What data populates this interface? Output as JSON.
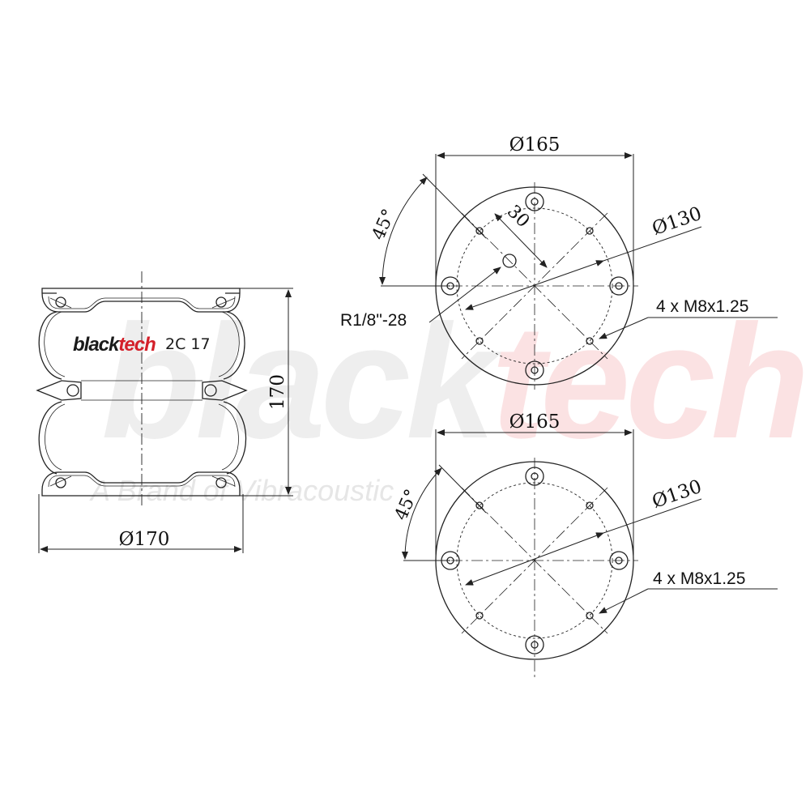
{
  "watermark": {
    "black": "black",
    "red": "tech",
    "subtitle": "A Brand of Vibracoustic"
  },
  "logo": {
    "black": "black",
    "red": "tech",
    "model": "2C 17"
  },
  "side_view": {
    "diameter": "Ø170",
    "height": "170"
  },
  "top_plate": {
    "diameter": "Ø165",
    "bolt_circle": "Ø130",
    "angle": "45°",
    "offset": "30",
    "air_port": "R1/8\"-28",
    "bolts": "4 x M8x1.25"
  },
  "bottom_plate": {
    "diameter": "Ø165",
    "bolt_circle": "Ø130",
    "angle": "45°",
    "bolts": "4 x M8x1.25"
  },
  "colors": {
    "red": "#d4202a",
    "watermark_gray": "#eeeeee",
    "watermark_red": "#fbe2e3",
    "line": "#222222"
  }
}
